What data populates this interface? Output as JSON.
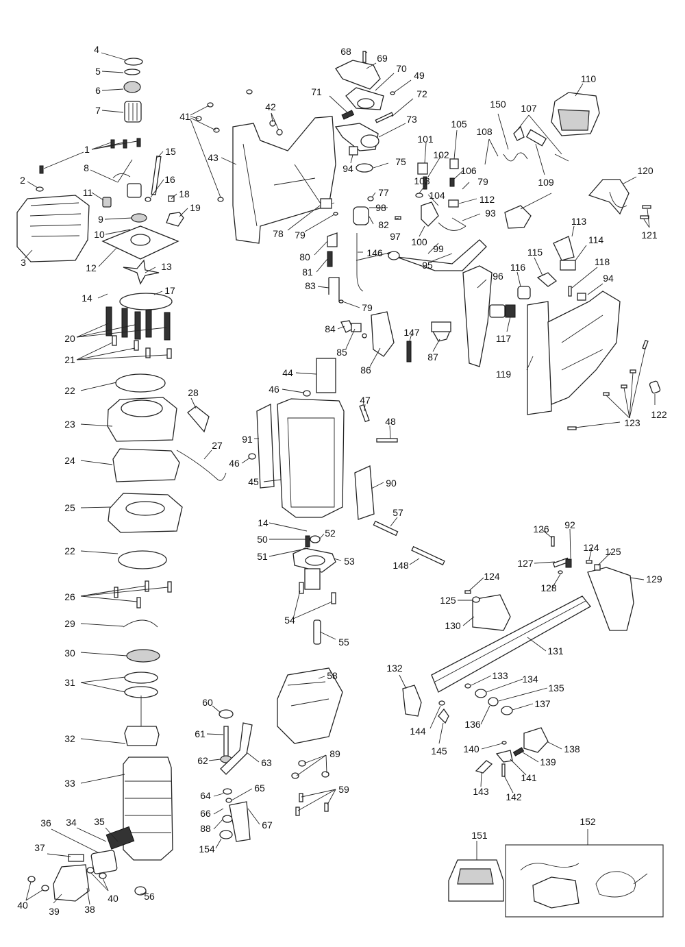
{
  "labels": {
    "l1": "1",
    "l2": "2",
    "l3": "3",
    "l4": "4",
    "l5": "5",
    "l6": "6",
    "l7": "7",
    "l8": "8",
    "l9": "9",
    "l10": "10",
    "l11": "11",
    "l12": "12",
    "l13": "13",
    "l14a": "14",
    "l14b": "14",
    "l15": "15",
    "l16": "16",
    "l17": "17",
    "l18": "18",
    "l19": "19",
    "l20": "20",
    "l21": "21",
    "l22a": "22",
    "l22b": "22",
    "l23": "23",
    "l24": "24",
    "l25": "25",
    "l26": "26",
    "l27": "27",
    "l28": "28",
    "l29": "29",
    "l30": "30",
    "l31": "31",
    "l32": "32",
    "l33": "33",
    "l34": "34",
    "l35": "35",
    "l36": "36",
    "l37": "37",
    "l38": "38",
    "l39": "39",
    "l40a": "40",
    "l40b": "40",
    "l41": "41",
    "l42": "42",
    "l43": "43",
    "l44": "44",
    "l45": "45",
    "l46a": "46",
    "l46b": "46",
    "l47": "47",
    "l48": "48",
    "l49": "49",
    "l50": "50",
    "l51": "51",
    "l52": "52",
    "l53": "53",
    "l54": "54",
    "l55": "55",
    "l56": "56",
    "l57": "57",
    "l58": "58",
    "l59": "59",
    "l60": "60",
    "l61": "61",
    "l62": "62",
    "l63": "63",
    "l64": "64",
    "l65": "65",
    "l66": "66",
    "l67": "67",
    "l68": "68",
    "l69": "69",
    "l70": "70",
    "l71": "71",
    "l72": "72",
    "l73": "73",
    "l75": "75",
    "l77": "77",
    "l78": "78",
    "l79a": "79",
    "l79b": "79",
    "l79c": "79",
    "l80": "80",
    "l81": "81",
    "l82": "82",
    "l83": "83",
    "l84": "84",
    "l85": "85",
    "l86": "86",
    "l87": "87",
    "l88": "88",
    "l89": "89",
    "l90": "90",
    "l91": "91",
    "l92": "92",
    "l93": "93",
    "l94a": "94",
    "l94b": "94",
    "l95": "95",
    "l96": "96",
    "l97": "97",
    "l98": "98",
    "l99": "99",
    "l100": "100",
    "l101": "101",
    "l102": "102",
    "l103": "103",
    "l104": "104",
    "l105": "105",
    "l106": "106",
    "l107": "107",
    "l108": "108",
    "l109": "109",
    "l110": "110",
    "l112": "112",
    "l113": "113",
    "l114": "114",
    "l115": "115",
    "l116": "116",
    "l117": "117",
    "l118": "118",
    "l119": "119",
    "l120": "120",
    "l121": "121",
    "l122": "122",
    "l123": "123",
    "l124a": "124",
    "l124b": "124",
    "l125a": "125",
    "l125b": "125",
    "l126": "126",
    "l127": "127",
    "l128": "128",
    "l129": "129",
    "l130": "130",
    "l131": "131",
    "l132": "132",
    "l133": "133",
    "l134": "134",
    "l135": "135",
    "l136": "136",
    "l137": "137",
    "l138": "138",
    "l139": "139",
    "l140": "140",
    "l141": "141",
    "l142": "142",
    "l143": "143",
    "l144": "144",
    "l145": "145",
    "l146": "146",
    "l147": "147",
    "l148": "148",
    "l150": "150",
    "l151": "151",
    "l152": "152",
    "l154": "154"
  }
}
